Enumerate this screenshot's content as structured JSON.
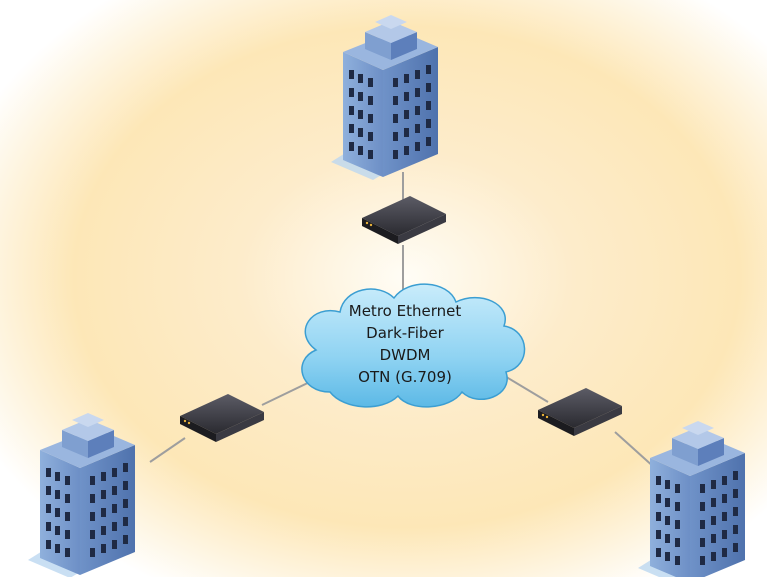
{
  "diagram": {
    "cloud": {
      "lines": [
        "Metro Ethernet",
        "Dark-Fiber",
        "DWDM",
        "OTN (G.709)"
      ]
    },
    "nodes": [
      {
        "name": "building-top",
        "device": "device-top"
      },
      {
        "name": "building-left",
        "device": "device-left"
      },
      {
        "name": "building-right",
        "device": "device-right"
      }
    ],
    "colors": {
      "background_glow": "#fde9b8",
      "cloud_fill": "#8fd3f2",
      "building_front": "#4f72ad",
      "building_side": "#6f92c8",
      "window": "#1f2a44",
      "device": "#2e2e33",
      "link": "#9e9e9e"
    }
  }
}
